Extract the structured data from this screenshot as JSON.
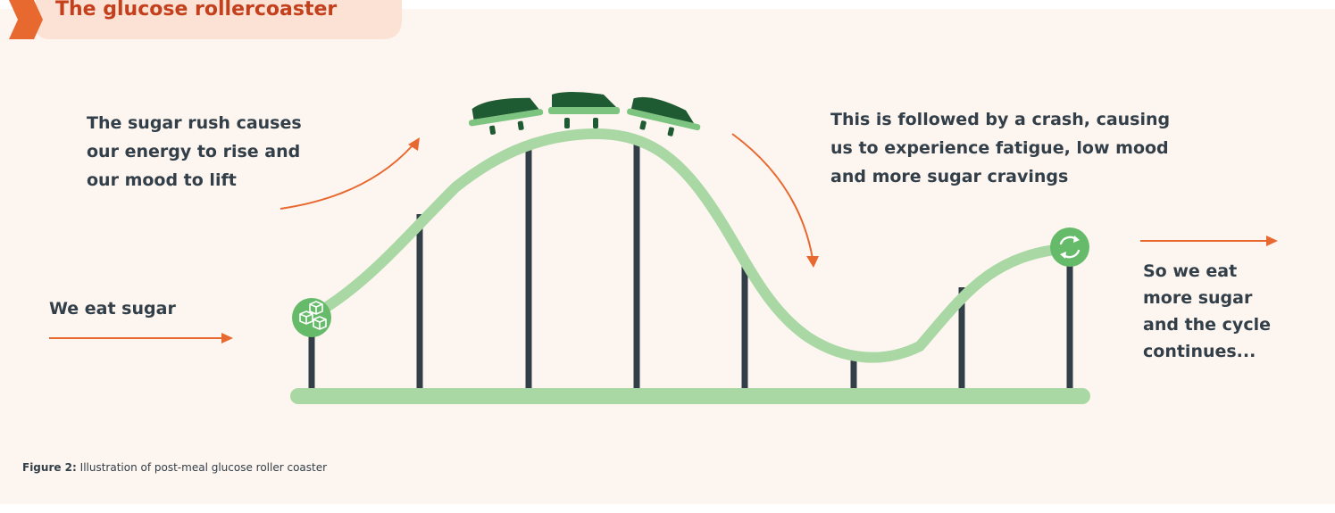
{
  "title": "The glucose rollercoaster",
  "callouts": {
    "rise": [
      "The sugar rush causes",
      "our energy to rise and",
      "our mood to lift"
    ],
    "eat": [
      "We eat sugar"
    ],
    "crash": [
      "This is followed by a crash, causing",
      "us to experience fatigue, low mood",
      "and more sugar cravings"
    ],
    "continue": [
      "So we eat",
      "more sugar",
      "and the cycle",
      "continues..."
    ]
  },
  "caption": {
    "label": "Figure 2:",
    "text": "Illustration of post-meal glucose roller coaster"
  },
  "icons": {
    "start": "sugar-cubes-icon",
    "end": "cycle-arrows-icon",
    "cars": "rollercoaster-car-icon"
  },
  "colors": {
    "accent": "#e8692f",
    "title": "#c4401c",
    "track": "#a9d8a4",
    "icon_circle": "#66bb6a",
    "car_dark": "#1f5b32",
    "car_light": "#7cc47f",
    "support": "#333f48",
    "text": "#333f48",
    "background": "#fdf5f0",
    "tab": "#fbe2d5"
  }
}
